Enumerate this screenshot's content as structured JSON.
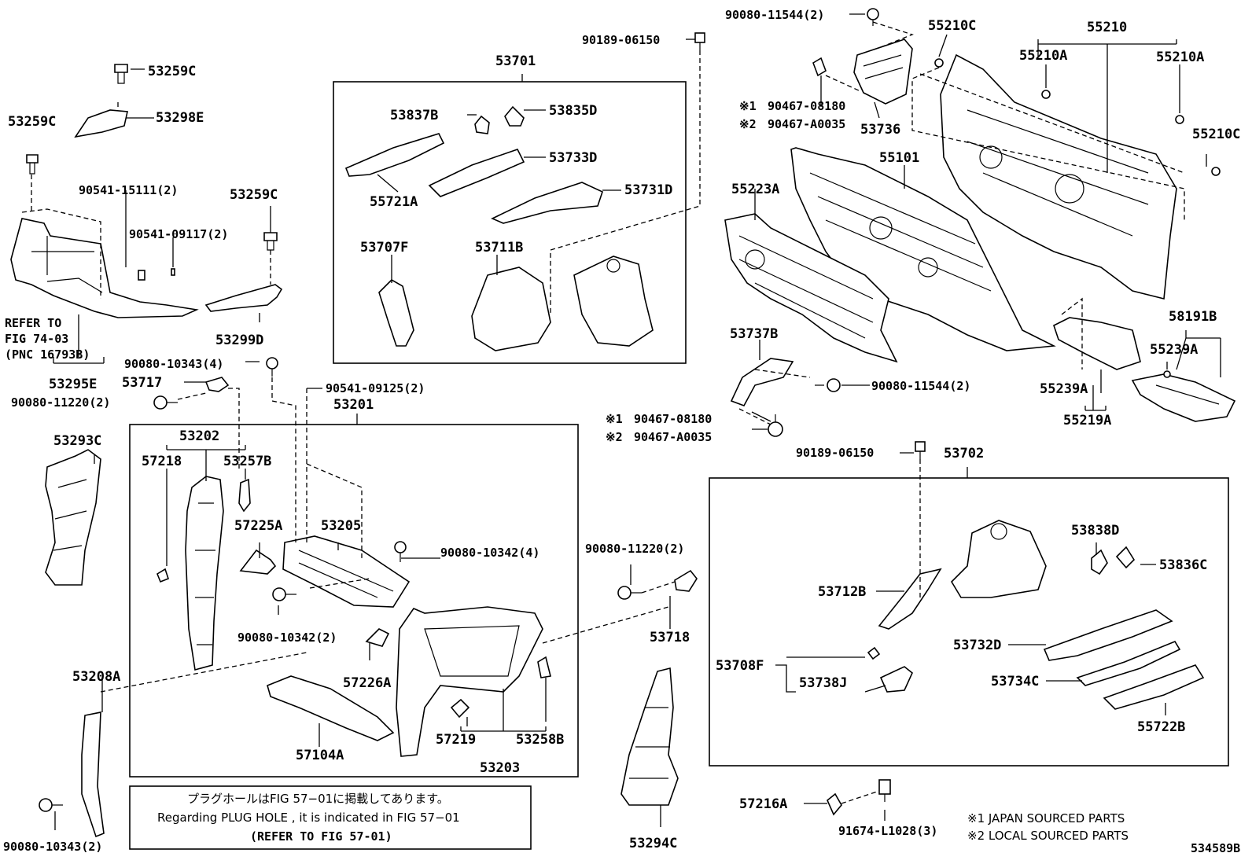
{
  "labels": {
    "p53259C_top": "53259C",
    "p53298E": "53298E",
    "p53259C_left": "53259C",
    "p90541_15111": "90541-15111(2)",
    "p90541_09117": "90541-09117(2)",
    "p53259C_right": "53259C",
    "p53299D": "53299D",
    "p53295E": "53295E",
    "p90080_10343_top": "90080-10343(4)",
    "p53717": "53717",
    "p90080_11220_left": "90080-11220(2)",
    "p90541_09125": "90541-09125(2)",
    "p53201": "53201",
    "p53293C": "53293C",
    "p53202": "53202",
    "p57218": "57218",
    "p53257B": "53257B",
    "p57225A": "57225A",
    "p53205": "53205",
    "p90080_10342_4": "90080-10342(4)",
    "p90080_10342_2": "90080-10342(2)",
    "p57226A": "57226A",
    "p53208A": "53208A",
    "p57104A": "57104A",
    "p57219": "57219",
    "p53258B": "53258B",
    "p53203": "53203",
    "p90080_10343_bot": "90080-10343(2)",
    "p90080_11220_right": "90080-11220(2)",
    "p53718": "53718",
    "p53294C": "53294C",
    "p90189_06150_top": "90189-06150",
    "p53701": "53701",
    "p53837B": "53837B",
    "p53835D": "53835D",
    "p53733D": "53733D",
    "p55721A": "55721A",
    "p53731D": "53731D",
    "p53707F": "53707F",
    "p53711B": "53711B",
    "p90080_11544_top": "90080-11544(2)",
    "p55210C_top": "55210C",
    "p55210": "55210",
    "p55210A_left": "55210A",
    "p55210A_right": "55210A",
    "p90467_08180_top": "90467-08180",
    "p90467_A0035_top": "90467-A0035",
    "p53736": "53736",
    "p55210C_right": "55210C",
    "p55101": "55101",
    "p55223A": "55223A",
    "p53737B": "53737B",
    "p90080_11544_mid": "90080-11544(2)",
    "p90467_08180_mid": "90467-08180",
    "p90467_A0035_mid": "90467-A0035",
    "p58191B": "58191B",
    "p55239A_right": "55239A",
    "p55239A_mid": "55239A",
    "p55219A": "55219A",
    "p90189_06150_mid": "90189-06150",
    "p53702": "53702",
    "p53838D": "53838D",
    "p53836C": "53836C",
    "p53712B": "53712B",
    "p53732D": "53732D",
    "p53708F": "53708F",
    "p53738J": "53738J",
    "p53734C": "53734C",
    "p55722B": "55722B",
    "p57216A": "57216A",
    "p91674_L1028": "91674-L1028(3)"
  },
  "marks": {
    "m1": "※1",
    "m2": "※2"
  },
  "refer_fig": {
    "line1": "REFER TO",
    "line2": "FIG 74-03",
    "line3": "(PNC 16793B)"
  },
  "note_box": {
    "japanese": "プラグホールはFIG 57−01に掲載してあります。",
    "english": "Regarding  PLUG  HOLE , it is indicated in FIG  57−01",
    "refer": "(REFER TO FIG 57-01)"
  },
  "legend": {
    "item1": "※1 JAPAN SOURCED PARTS",
    "item2": "※2 LOCAL SOURCED PARTS"
  },
  "diagram_id": "534589B"
}
